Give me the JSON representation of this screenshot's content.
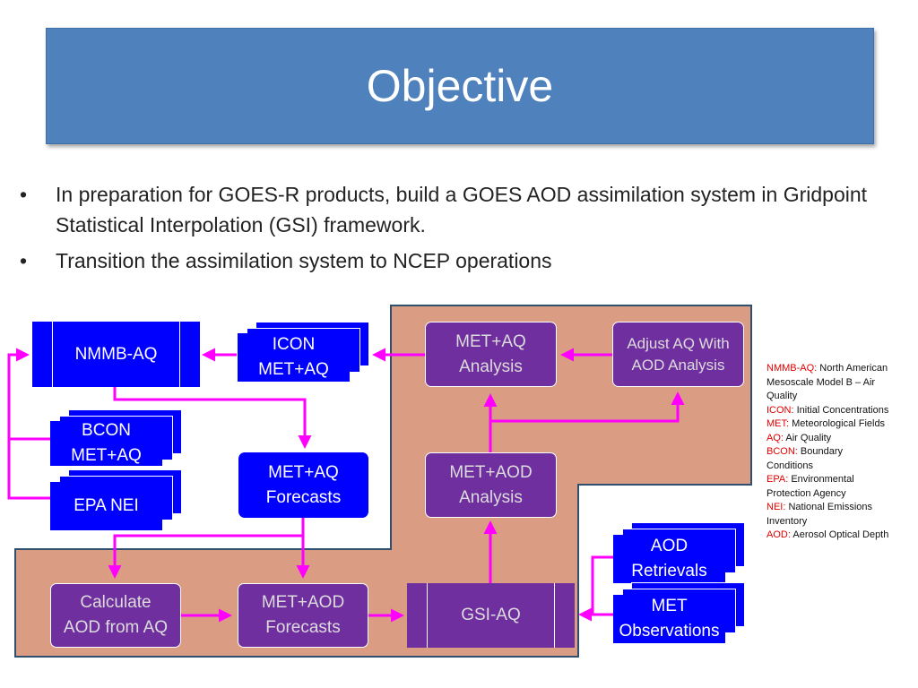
{
  "slide": {
    "title": "Objective",
    "bullets": [
      "In preparation for GOES-R products, build a GOES AOD assimilation system in Gridpoint Statistical Interpolation (GSI) framework.",
      "Transition the assimilation system to NCEP operations"
    ],
    "bullet_glyph": "•"
  },
  "diagram": {
    "nodes": {
      "nmmb_aq": "NMMB-AQ",
      "icon": [
        "ICON",
        "MET+AQ"
      ],
      "bcon": [
        "BCON",
        "MET+AQ"
      ],
      "epa_nei": "EPA NEI",
      "met_aq_forecasts": [
        "MET+AQ",
        "Forecasts"
      ],
      "met_aq_analysis": [
        "MET+AQ",
        "Analysis"
      ],
      "adjust_aq": [
        "Adjust AQ With",
        "AOD Analysis"
      ],
      "met_aod_analysis": [
        "MET+AOD",
        "Analysis"
      ],
      "aod_retrievals": [
        "AOD",
        "Retrievals"
      ],
      "met_observations": [
        "MET",
        "Observations"
      ],
      "calculate_aod": [
        "Calculate",
        "AOD from AQ"
      ],
      "met_aod_forecasts": [
        "MET+AOD",
        "Forecasts"
      ],
      "gsi_aq": "GSI-AQ"
    },
    "colors": {
      "blue_box": "#0000ff",
      "purple_box": "#6f2f9f",
      "arrow": "#ff00ff",
      "region": "#da9d83",
      "region_border": "#2f4f6f",
      "legend_key": "#e00000"
    }
  },
  "legend": [
    {
      "key": "NMMB-AQ:",
      "text": "North American Mesoscale Model B – Air Quality"
    },
    {
      "key": "ICON:",
      "text": "Initial Concentrations"
    },
    {
      "key": "MET:",
      "text": "Meteorological Fields"
    },
    {
      "key": "AQ:",
      "text": "Air Quality"
    },
    {
      "key": "BCON:",
      "text": "Boundary Conditions"
    },
    {
      "key": "EPA:",
      "text": "Environmental Protection Agency"
    },
    {
      "key": "NEI:",
      "text": "National Emissions Inventory"
    },
    {
      "key": "AOD:",
      "text": "Aerosol Optical Depth"
    }
  ]
}
